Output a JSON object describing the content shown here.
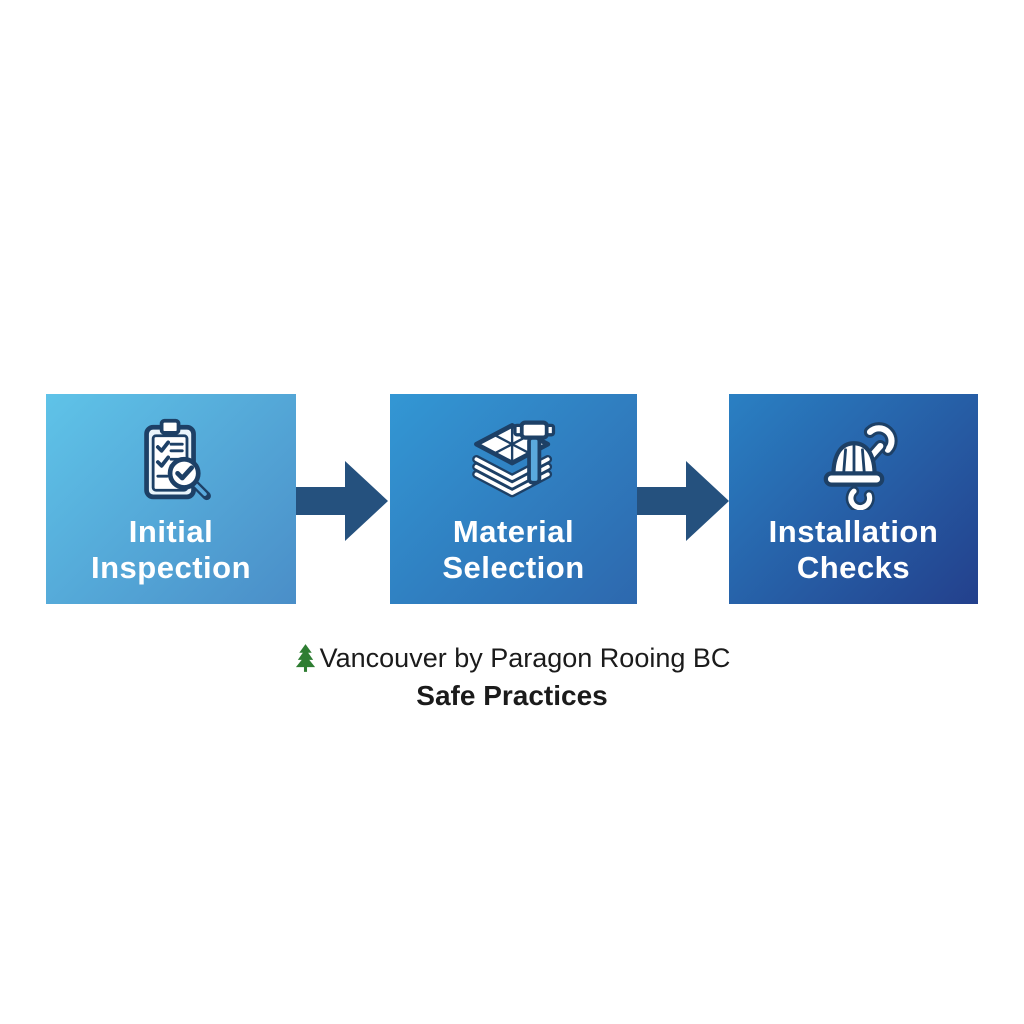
{
  "colors": {
    "page_background": "#ffffff",
    "step_text": "#ffffff",
    "arrow": "#25517e",
    "icon_outline": "#1d4066",
    "icon_fill": "#ffffff",
    "icon_accent": "#5aa9dd",
    "icon_paper_tint": "#e9f4fb",
    "caption_text": "#1b1b1b",
    "tree_green": "#2e7d32"
  },
  "flow": {
    "steps": [
      {
        "line1": "Initial",
        "line2": "Inspection",
        "icon": "clipboard-checklist-magnifier",
        "gradient_start": "#5fc3e8",
        "gradient_end": "#4a8ec8"
      },
      {
        "line1": "Material",
        "line2": "Selection",
        "icon": "shingles-hammer",
        "gradient_start": "#3397d4",
        "gradient_end": "#2d68ae"
      },
      {
        "line1": "Installation",
        "line2": "Checks",
        "icon": "hardhat-wrench",
        "gradient_start": "#2a80c3",
        "gradient_end": "#23408c"
      }
    ]
  },
  "caption": {
    "line1": "Vancouver by Paragon Rooing BC",
    "line2": "Safe Practices"
  }
}
